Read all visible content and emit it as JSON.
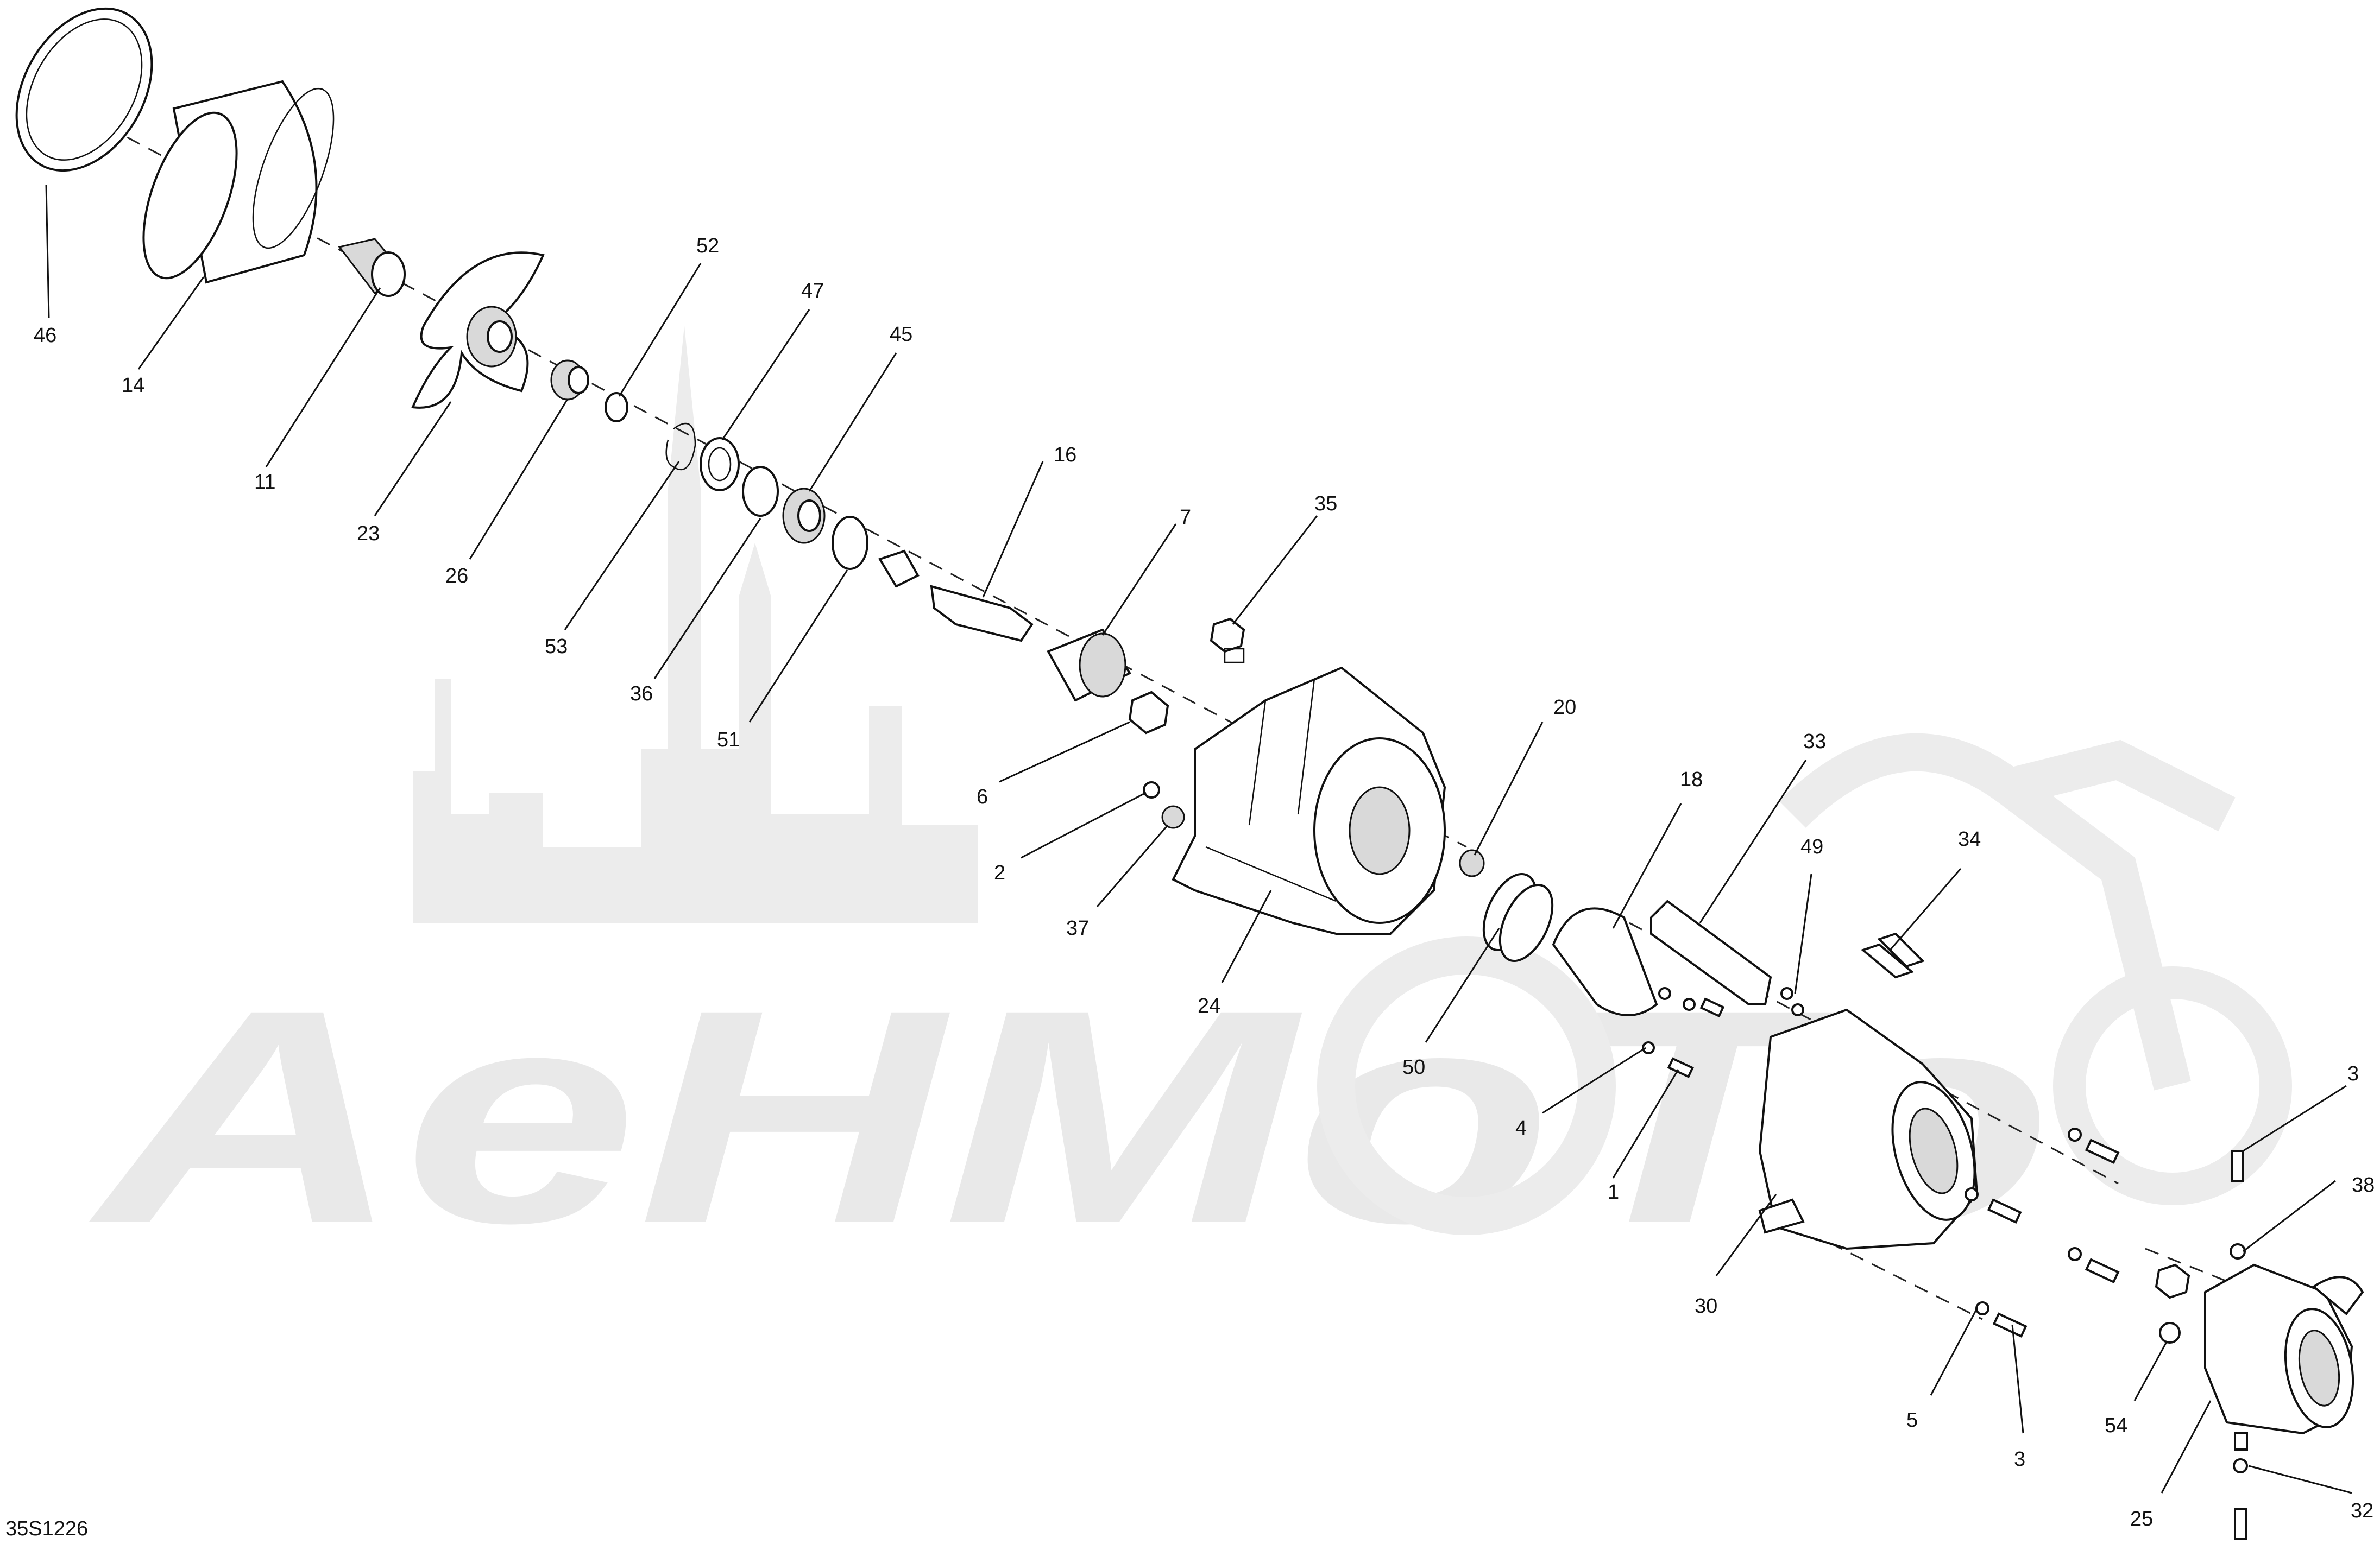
{
  "diagram_code": "35S1226",
  "watermark_text": "AeHMoTo",
  "callouts": [
    "46",
    "14",
    "11",
    "23",
    "26",
    "52",
    "47",
    "45",
    "53",
    "36",
    "51",
    "16",
    "7",
    "6",
    "35",
    "2",
    "37",
    "24",
    "20",
    "18",
    "33",
    "49",
    "34",
    "50",
    "4",
    "1",
    "30",
    "3",
    "38",
    "5",
    "54",
    "25",
    "32"
  ]
}
